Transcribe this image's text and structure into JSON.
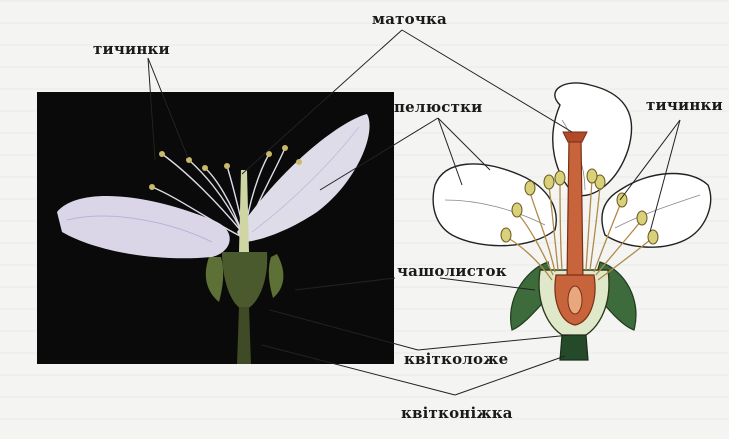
{
  "labels": {
    "stamens_left": "тичинки",
    "pistil": "маточка",
    "petals": "пелюстки",
    "stamens_right": "тичинки",
    "sepal": "чашолисток",
    "receptacle": "квітколоже",
    "pedicel": "квітконіжка"
  },
  "colors": {
    "photo_background": "#0a0a0a",
    "pistil_fill": "#c8643c",
    "sepal_fill": "#3e6b3c",
    "anther_fill": "#d9d07a",
    "petal_photo": "#e6e2f4"
  }
}
